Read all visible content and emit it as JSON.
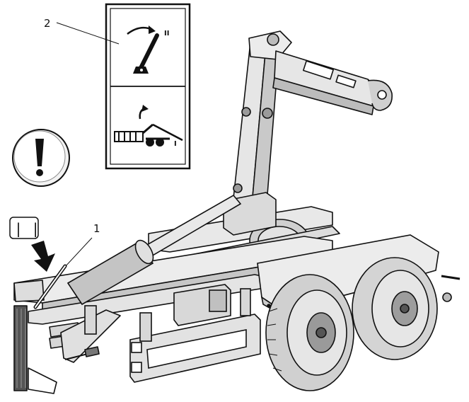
{
  "callouts": {
    "one": "1",
    "two": "2"
  },
  "sticker": {
    "top_mark": "II",
    "bottom_mark": "I"
  },
  "position_badge": "| |",
  "icons": {
    "warning": "exclamation-warning-icon",
    "arrow": "pointing-arrow-icon",
    "lever_up": "lever-position-ii-icon",
    "lever_down": "lever-position-i-icon"
  },
  "colors": {
    "line": "#111111",
    "fill_light": "#e6e6e6",
    "fill_mid": "#bdbdbd",
    "fill_dark": "#6f6f6f"
  }
}
